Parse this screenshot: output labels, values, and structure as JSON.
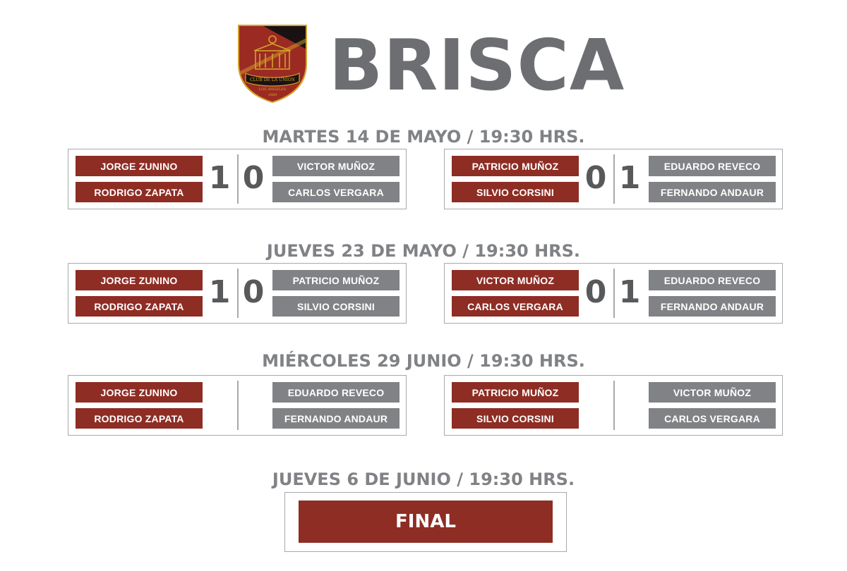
{
  "header": {
    "title": "BRISCA",
    "logo": {
      "text_line1": "CLUB DE LA UNION",
      "text_line2": "LOS ANGELES",
      "year": "1889",
      "colors": {
        "red": "#9b2b22",
        "black": "#1a1212",
        "gold": "#d4a22a"
      }
    }
  },
  "colors": {
    "team_a_pill": "#8e2d24",
    "team_b_pill": "#808285",
    "title_gray": "#6d6e71",
    "border": "#a7a9ac"
  },
  "rounds": [
    {
      "title": "MARTES 14 DE MAYO / 19:30 HRS.",
      "matches": [
        {
          "team_a": [
            "JORGE ZUNINO",
            "RODRIGO ZAPATA"
          ],
          "score_a": "1",
          "score_b": "0",
          "team_b": [
            "VICTOR MUÑOZ",
            "CARLOS VERGARA"
          ]
        },
        {
          "team_a": [
            "PATRICIO MUÑOZ",
            "SILVIO CORSINI"
          ],
          "score_a": "0",
          "score_b": "1",
          "team_b": [
            "EDUARDO REVECO",
            "FERNANDO ANDAUR"
          ]
        }
      ]
    },
    {
      "title": "JUEVES 23 DE MAYO / 19:30 HRS.",
      "matches": [
        {
          "team_a": [
            "JORGE ZUNINO",
            "RODRIGO ZAPATA"
          ],
          "score_a": "1",
          "score_b": "0",
          "team_b": [
            "PATRICIO MUÑOZ",
            "SILVIO CORSINI"
          ]
        },
        {
          "team_a": [
            "VICTOR MUÑOZ",
            "CARLOS VERGARA"
          ],
          "score_a": "0",
          "score_b": "1",
          "team_b": [
            "EDUARDO REVECO",
            "FERNANDO ANDAUR"
          ]
        }
      ]
    },
    {
      "title": "MIÉRCOLES 29 JUNIO / 19:30 HRS.",
      "matches": [
        {
          "team_a": [
            "JORGE ZUNINO",
            "RODRIGO ZAPATA"
          ],
          "score_a": "",
          "score_b": "",
          "team_b": [
            "EDUARDO REVECO",
            "FERNANDO ANDAUR"
          ]
        },
        {
          "team_a": [
            "PATRICIO MUÑOZ",
            "SILVIO CORSINI"
          ],
          "score_a": "",
          "score_b": "",
          "team_b": [
            "VICTOR MUÑOZ",
            "CARLOS VERGARA"
          ]
        }
      ]
    }
  ],
  "final": {
    "title": "JUEVES 6 DE JUNIO / 19:30 HRS.",
    "label": "FINAL"
  }
}
